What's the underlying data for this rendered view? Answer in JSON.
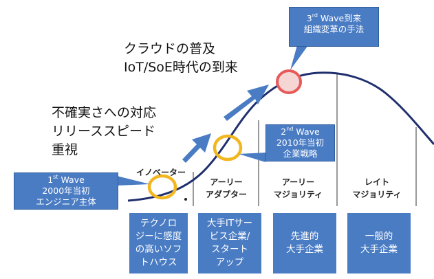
{
  "callouts": {
    "wave1": {
      "num": "1",
      "sup": "st",
      "rest": " Wave",
      "line2": "2000年当初",
      "line3": "エンジニア主体"
    },
    "wave2": {
      "num": "2",
      "sup": "nd",
      "rest": " Wave",
      "line2": "2010年当初",
      "line3": "企業戦略"
    },
    "wave3": {
      "num": "3",
      "sup": "rd",
      "rest": "  Wave到来",
      "line2": "組織変革の手法"
    }
  },
  "annotations": {
    "cloud": [
      "クラウドの普及",
      "IoT/SoE時代の到来"
    ],
    "release": [
      "不確実さへの対応",
      "リリーススピード",
      "重視"
    ]
  },
  "segments": [
    {
      "line1": "イノベーター",
      "line2": ""
    },
    {
      "line1": "アーリー",
      "line2": "アダプター"
    },
    {
      "line1": "アーリー",
      "line2": "マジョリティ"
    },
    {
      "line1": "レイト",
      "line2": "マジョリティ"
    }
  ],
  "boxes": [
    [
      "テクノロ",
      "ジーに感度",
      "の高いソフ",
      "トハウス"
    ],
    [
      "大手ITサー",
      "ビス企業/",
      "スタート",
      "アップ"
    ],
    [
      "先進的",
      "大手企業"
    ],
    [
      "一般的",
      "大手企業"
    ]
  ],
  "colors": {
    "accent": "#4a7cc4",
    "curve": "#1f2f6e",
    "circle_yellow": "#f2b620",
    "circle_red": "#e85a5a"
  }
}
